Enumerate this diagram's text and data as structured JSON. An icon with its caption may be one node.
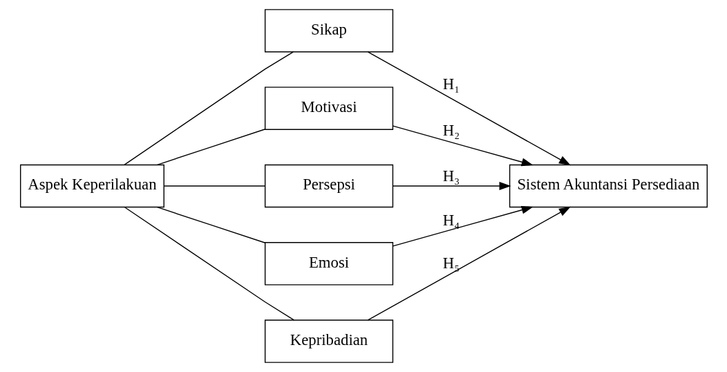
{
  "diagram": {
    "nodes": [
      {
        "text": [
          "Aspek Keperilakuan"
        ]
      },
      {
        "text": [
          "Sikap"
        ]
      },
      {
        "text": [
          "Motivasi"
        ]
      },
      {
        "text": [
          "Persepsi"
        ]
      },
      {
        "text": [
          "Emosi"
        ]
      },
      {
        "text": [
          "Kepribadian"
        ]
      },
      {
        "text": [
          "Sistem Akuntansi Persediaan"
        ]
      }
    ],
    "edges": [
      {
        "from": 0,
        "to": 1,
        "arrow": "none"
      },
      {
        "from": 0,
        "to": 2,
        "arrow": "none"
      },
      {
        "from": 0,
        "to": 3,
        "arrow": "none"
      },
      {
        "from": 0,
        "to": 4,
        "arrow": "none"
      },
      {
        "from": 0,
        "to": 5,
        "arrow": "none"
      },
      {
        "from": 1,
        "to": 6,
        "arrow": "to",
        "label": "H₁"
      },
      {
        "from": 2,
        "to": 6,
        "arrow": "to",
        "label": "H₂"
      },
      {
        "from": 3,
        "to": 6,
        "arrow": "to",
        "label": "H₃"
      },
      {
        "from": 4,
        "to": 6,
        "arrow": "to",
        "label": "H₄"
      },
      {
        "from": 5,
        "to": 6,
        "arrow": "to",
        "label": "H₅"
      }
    ]
  }
}
